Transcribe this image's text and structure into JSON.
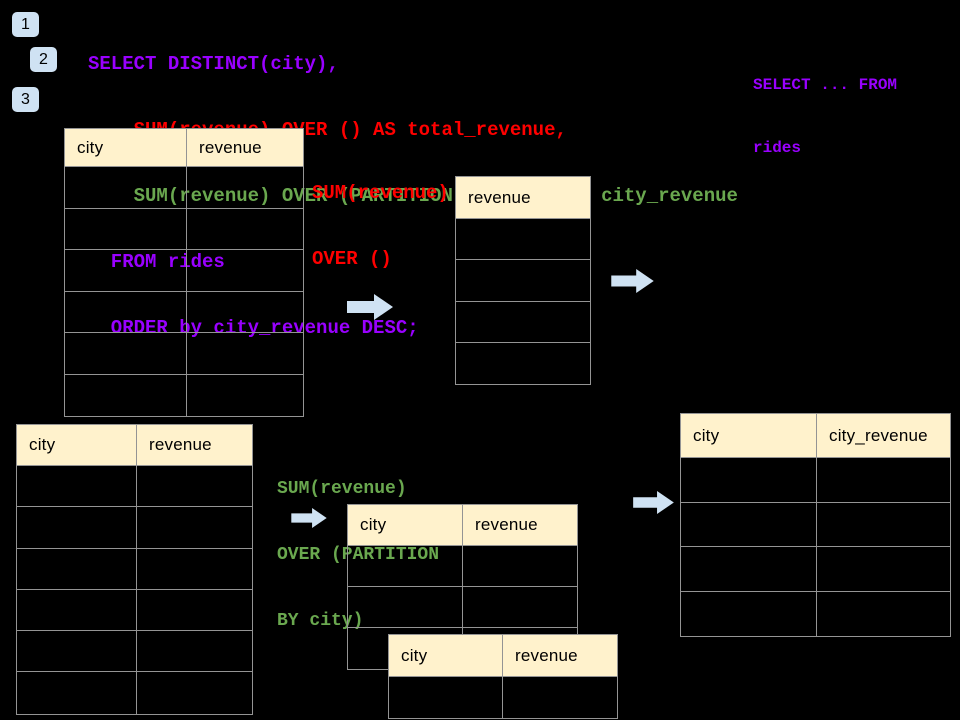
{
  "colors": {
    "background": "#000000",
    "code_purple": "#9900ff",
    "code_red": "#ff0000",
    "code_green": "#6aa84f",
    "table_header_fill": "#fff2cc",
    "table_border": "#949494",
    "arrow_fill": "#cfe2f3",
    "badge_fill": "#cfe2f3",
    "badge_text": "#000000"
  },
  "badges": [
    {
      "label": "1"
    },
    {
      "label": "2"
    },
    {
      "label": "3"
    }
  ],
  "code_block": {
    "lines": [
      {
        "text": "SELECT DISTINCT(city),",
        "color": "#9900ff"
      },
      {
        "text": "    SUM(revenue) OVER () AS total_revenue,",
        "color": "#ff0000"
      },
      {
        "text": "    SUM(revenue) OVER (PARTITION BY city) as city_revenue",
        "color": "#6aa84f"
      },
      {
        "text": "  FROM rides",
        "color": "#9900ff"
      },
      {
        "text": "  ORDER by city_revenue DESC;",
        "color": "#9900ff"
      }
    ]
  },
  "side_code": {
    "color": "#9900ff",
    "lines": [
      {
        "text": "SELECT ... FROM"
      },
      {
        "text": "rides"
      }
    ]
  },
  "labels": {
    "total": {
      "color": "#ff0000",
      "lines": [
        {
          "text": "SUM(revenue)"
        },
        {
          "text": "OVER ()"
        }
      ]
    },
    "partition": {
      "color": "#6aa84f",
      "lines": [
        {
          "text": "SUM(revenue)"
        },
        {
          "text": "OVER (PARTITION"
        },
        {
          "text": "BY city)"
        }
      ]
    }
  },
  "tables": {
    "source_top": {
      "headers": [
        "city",
        "revenue"
      ],
      "body_rows": 6,
      "cells_empty": true
    },
    "total_result": {
      "headers": [
        "revenue"
      ],
      "body_rows": 4,
      "cells_empty": true
    },
    "source_bottom": {
      "headers": [
        "city",
        "revenue"
      ],
      "body_rows": 6,
      "cells_empty": true
    },
    "partition_step": {
      "headers": [
        "city",
        "revenue"
      ],
      "body_rows": 3,
      "cells_empty": true
    },
    "partition_overlay": {
      "headers": [
        "city",
        "revenue"
      ],
      "body_rows": 1,
      "cells_empty": true
    },
    "city_revenue_result": {
      "headers": [
        "city",
        "city_revenue"
      ],
      "body_rows": 4,
      "cells_empty": true
    }
  },
  "icons": [
    {
      "name": "flow-arrow-right",
      "count": 4
    }
  ]
}
